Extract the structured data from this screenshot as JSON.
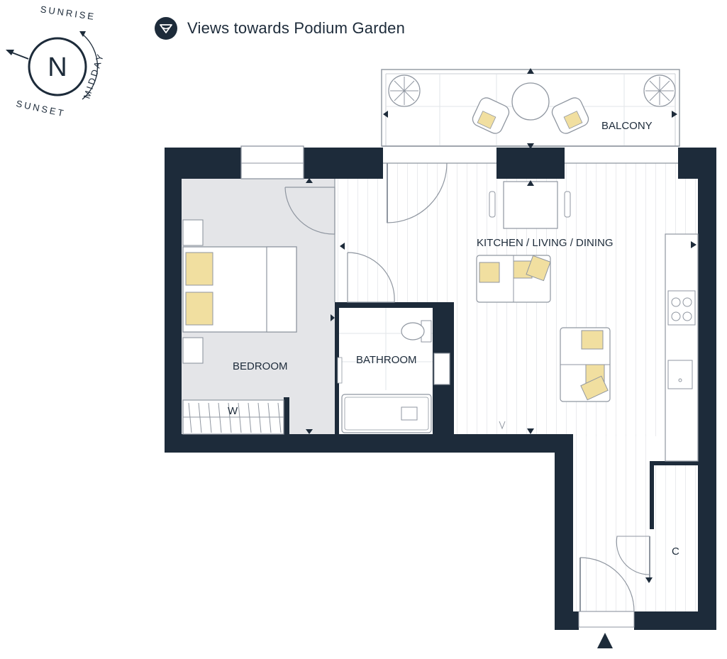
{
  "legend": {
    "icon": "view-direction-icon",
    "text": "Views towards Podium Garden"
  },
  "compass": {
    "north": "N",
    "sunrise": "SUNRISE",
    "midday": "MIDDAY",
    "sunset": "SUNSET"
  },
  "rooms": {
    "balcony": "BALCONY",
    "kitchen": "KITCHEN / LIVING / DINING",
    "bedroom": "BEDROOM",
    "bathroom": "BATHROOM",
    "wardrobe": "W",
    "cupboard": "C"
  },
  "colors": {
    "wall": "#1d2b3a",
    "bedroom_floor": "#e4e5e8",
    "cushion": "#f1dfa0",
    "line": "#8f96a0"
  }
}
